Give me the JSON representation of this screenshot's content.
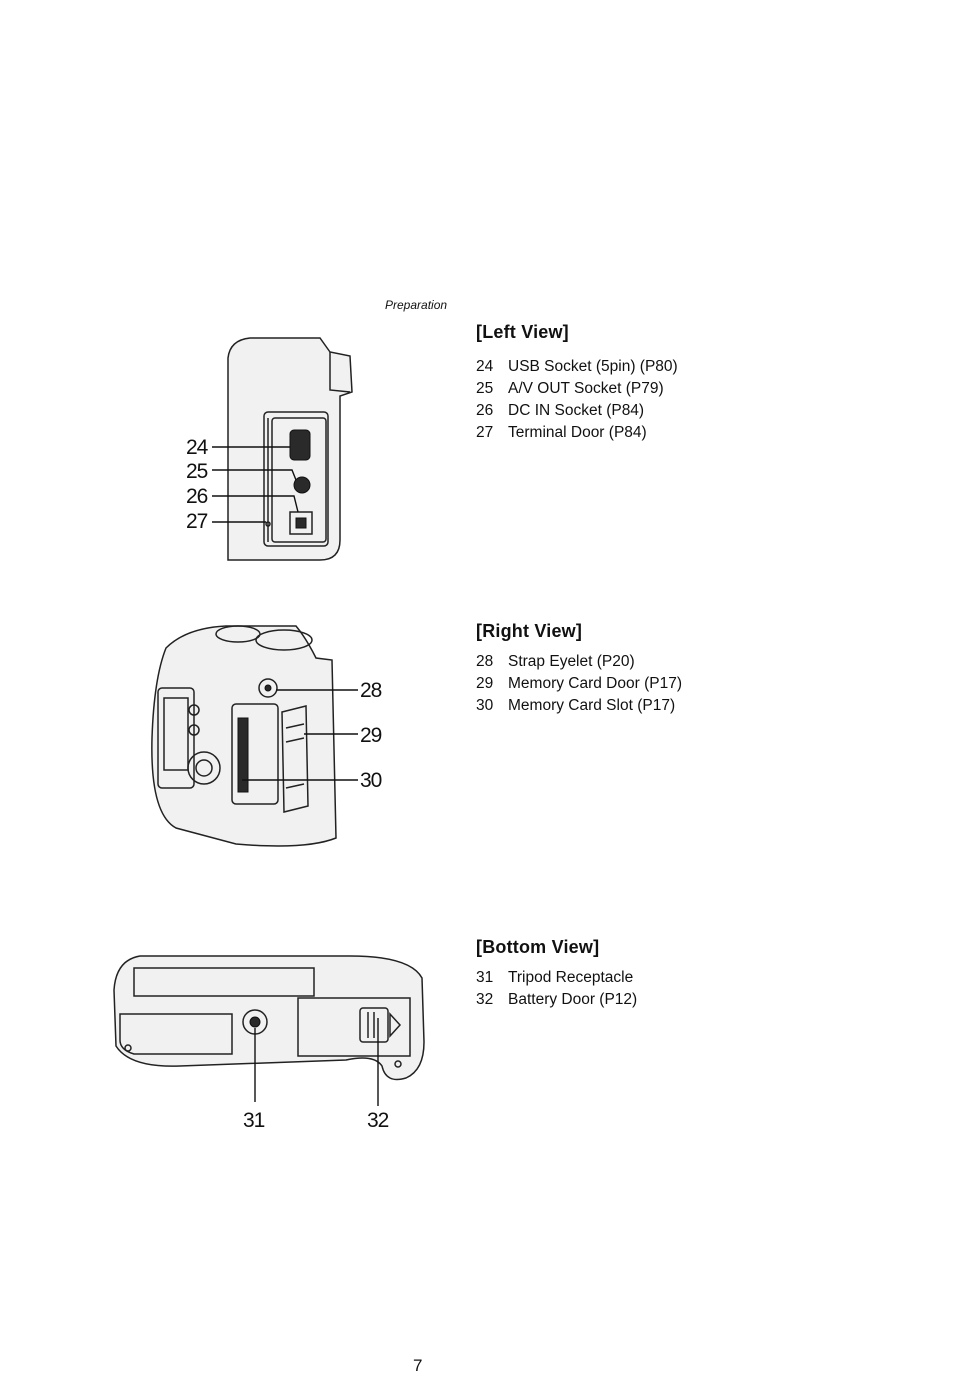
{
  "header": {
    "section": "Preparation"
  },
  "left_view": {
    "title": "[Left View]",
    "items": [
      {
        "num": "24",
        "label": "USB Socket (5pin) (P80)"
      },
      {
        "num": "25",
        "label": "A/V OUT Socket (P79)"
      },
      {
        "num": "26",
        "label": "DC IN Socket (P84)"
      },
      {
        "num": "27",
        "label": "Terminal Door (P84)"
      }
    ],
    "callouts": [
      "24",
      "25",
      "26",
      "27"
    ]
  },
  "right_view": {
    "title": "[Right View]",
    "items": [
      {
        "num": "28",
        "label": "Strap Eyelet (P20)"
      },
      {
        "num": "29",
        "label": "Memory Card Door (P17)"
      },
      {
        "num": "30",
        "label": "Memory Card Slot (P17)"
      }
    ],
    "callouts": [
      "28",
      "29",
      "30"
    ]
  },
  "bottom_view": {
    "title": "[Bottom View]",
    "items": [
      {
        "num": "31",
        "label": "Tripod Receptacle"
      },
      {
        "num": "32",
        "label": "Battery Door (P12)"
      }
    ],
    "callouts": [
      "31",
      "32"
    ]
  },
  "footer": {
    "page_number": "7"
  }
}
